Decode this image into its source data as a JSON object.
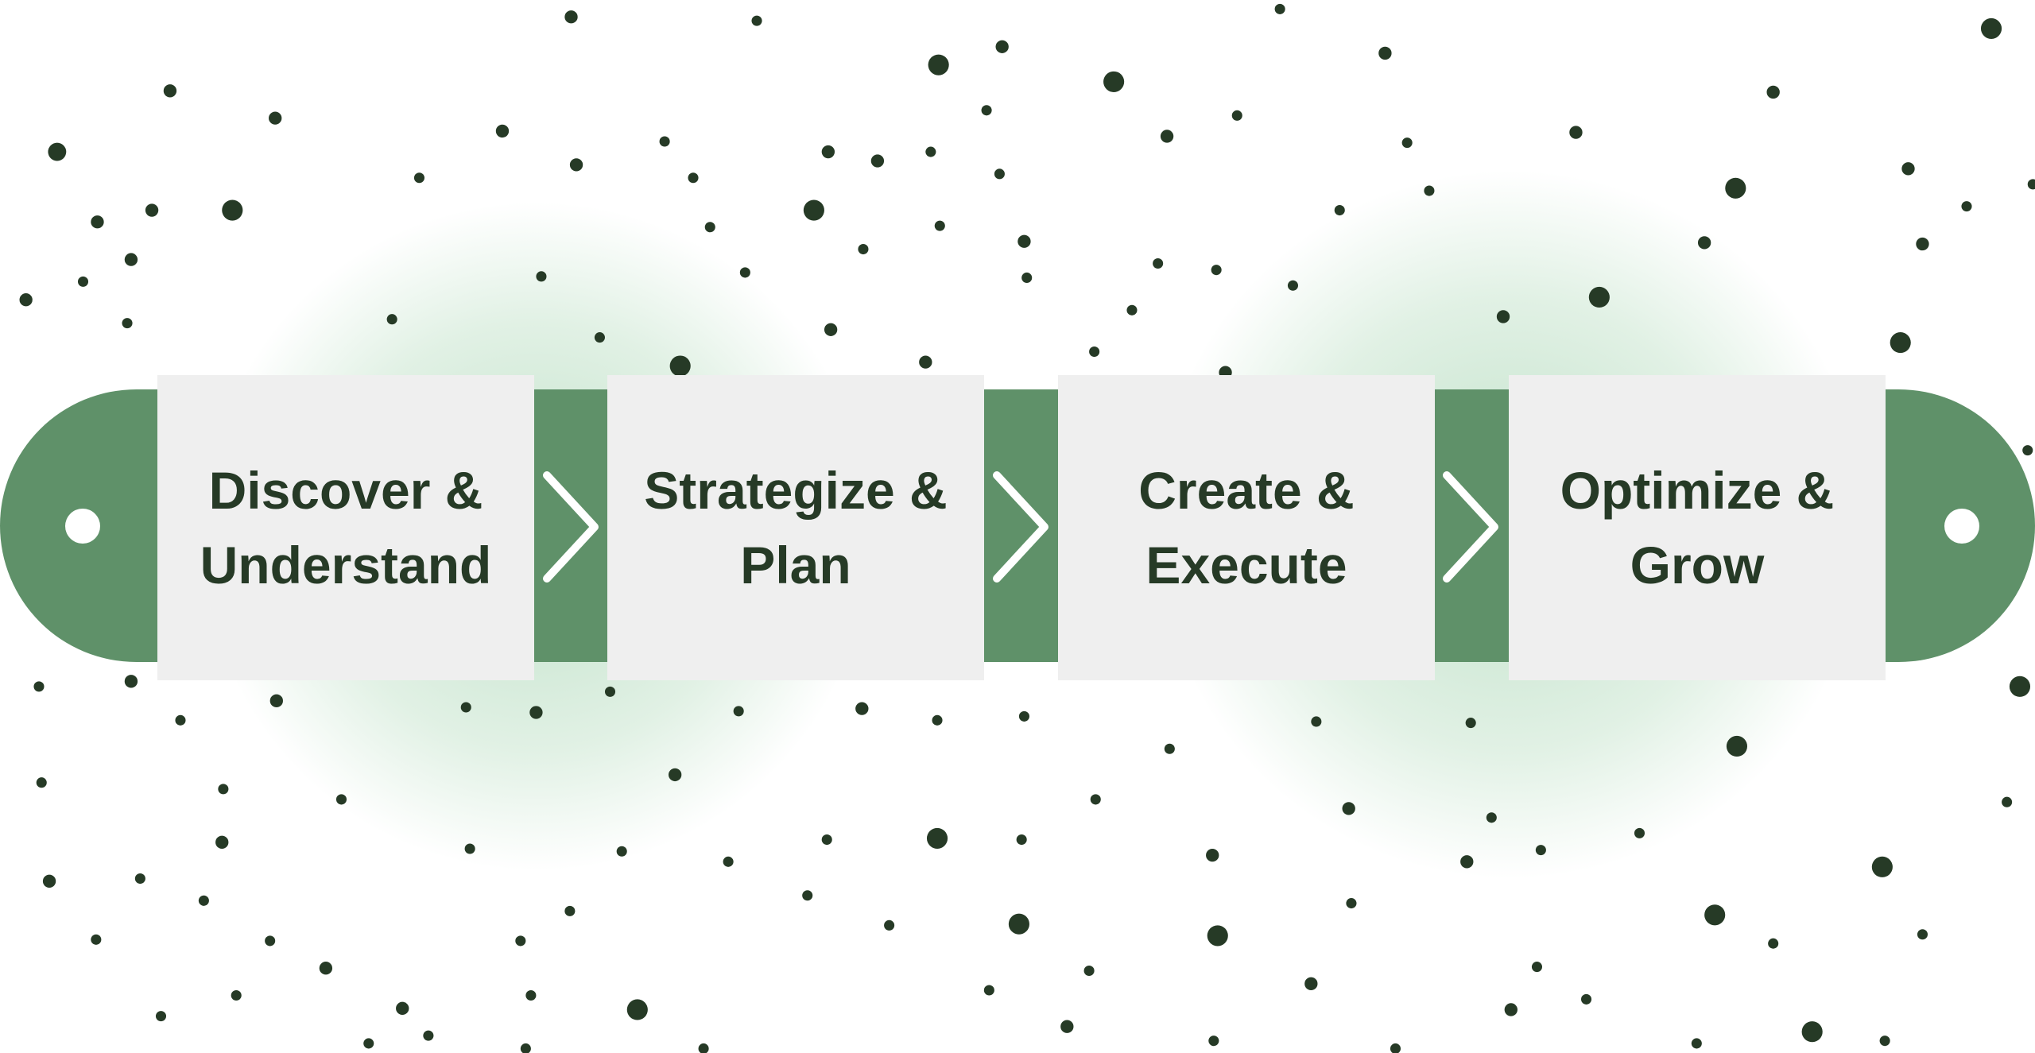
{
  "steps": [
    {
      "label": "Discover & Understand"
    },
    {
      "label": "Strategize & Plan"
    },
    {
      "label": "Create & Execute"
    },
    {
      "label": "Optimize & Grow"
    }
  ],
  "colors": {
    "bar": "#5f9169",
    "box": "#efefef",
    "text": "#263a26",
    "dot": "#263a26"
  }
}
